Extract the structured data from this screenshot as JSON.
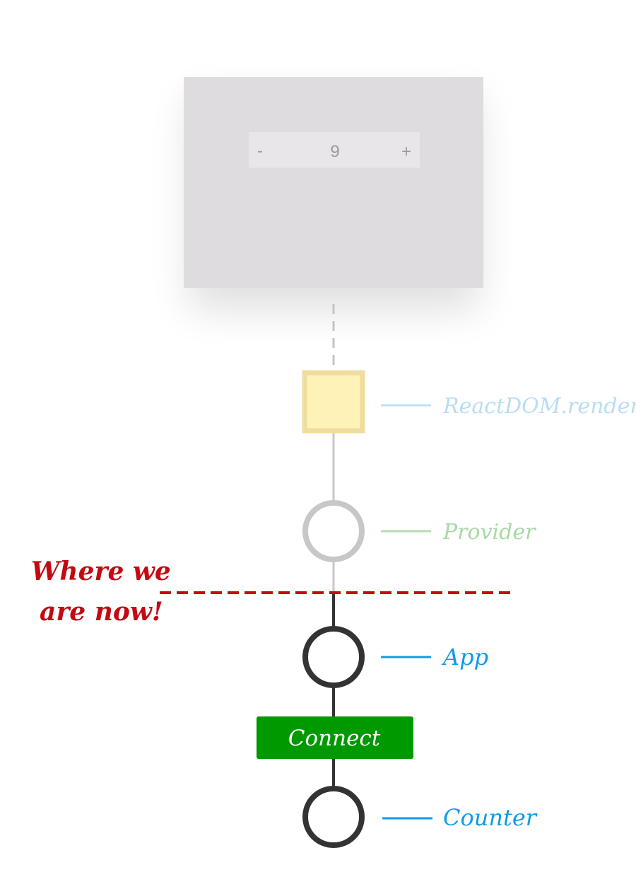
{
  "counter": {
    "decrement_label": "-",
    "value": "9",
    "increment_label": "+"
  },
  "nodes": {
    "render_label": "ReactDOM.render",
    "provider_label": "Provider",
    "app_label": "App",
    "connect_label": "Connect",
    "counter_label": "Counter"
  },
  "annotation": {
    "line1": "Where we",
    "line2": "are now!"
  },
  "colors": {
    "app_card": "#dfdcdf",
    "counter_widget": "#e8e6e8",
    "counter_text": "#9a9a9a",
    "render_label": "#b9ddf3",
    "render_line": "#bfe0f5",
    "provider_label": "#a8d9a4",
    "provider_line": "#b6ddb3",
    "active_label": "#0f9be8",
    "faded_node": "#c7c7c7",
    "active_node": "#333333",
    "connect_fill": "#009900",
    "marker": "#c30a12",
    "render_fill": "#fef2b6",
    "render_border": "#efdc9f"
  }
}
